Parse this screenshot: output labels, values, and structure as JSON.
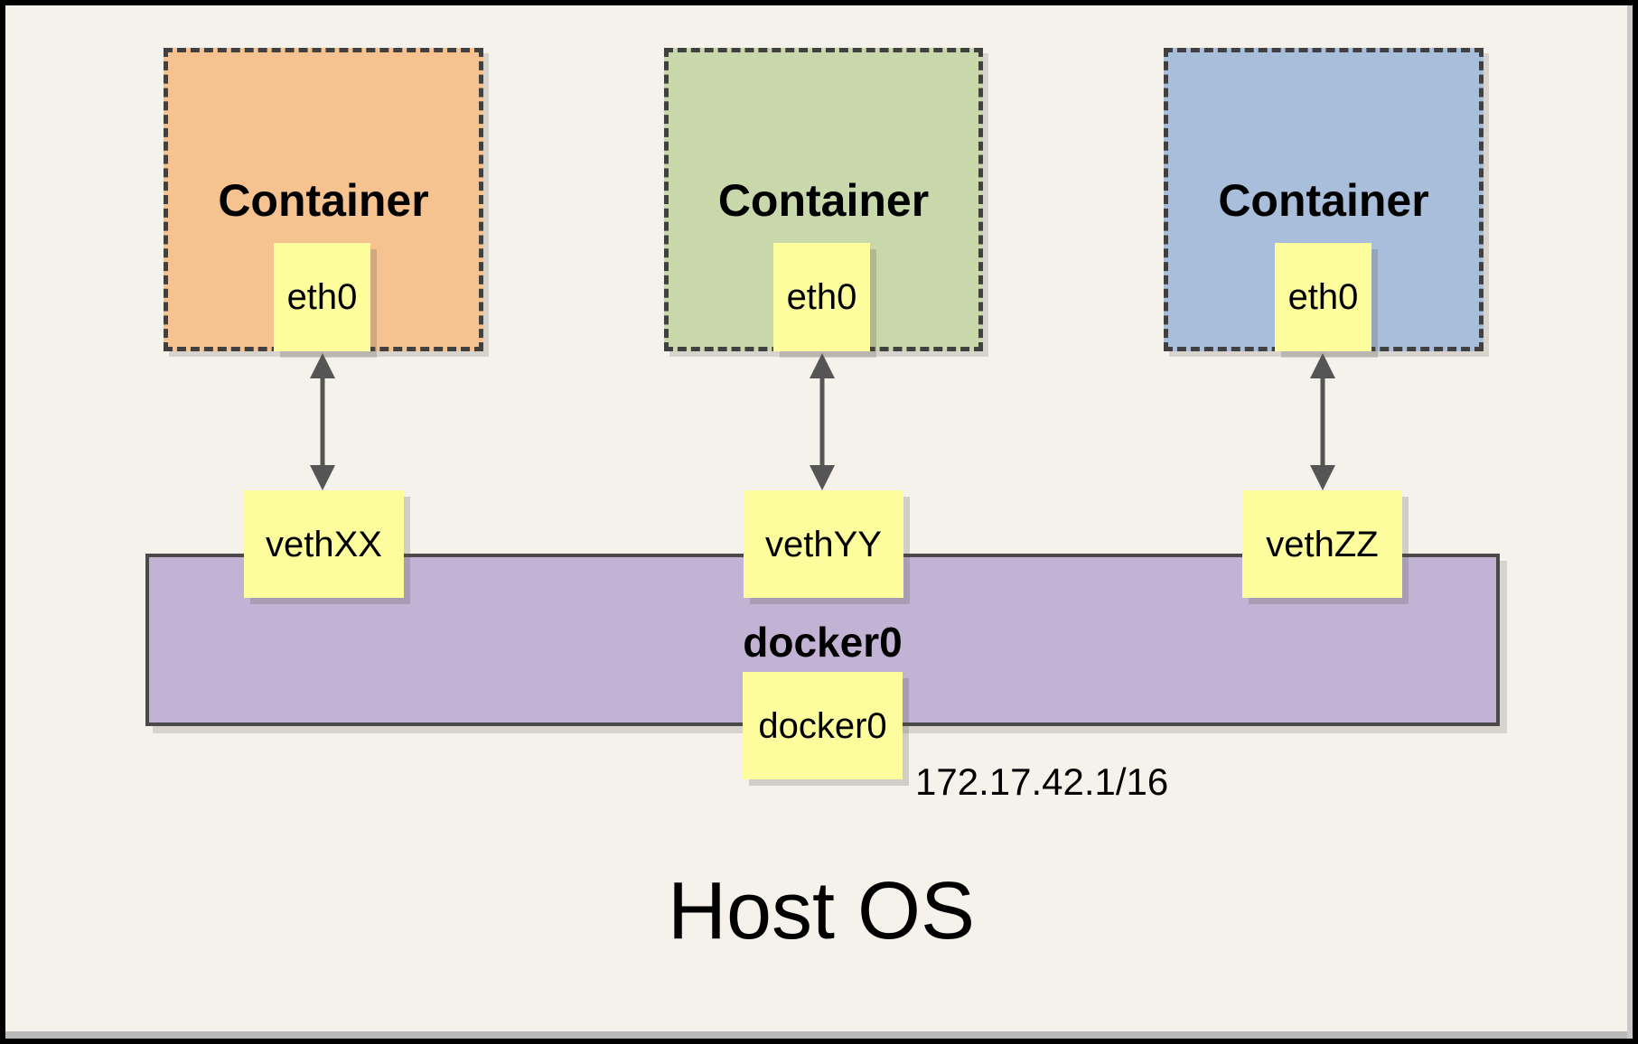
{
  "host": {
    "label": "Host OS"
  },
  "bridge": {
    "label": "docker0",
    "interface_label": "docker0",
    "ip": "172.17.42.1/16",
    "fill": "#C2B3D5"
  },
  "containers": [
    {
      "label": "Container",
      "interface_label": "eth0",
      "veth_label": "vethXX",
      "fill": "#F6C28F"
    },
    {
      "label": "Container",
      "interface_label": "eth0",
      "veth_label": "vethYY",
      "fill": "#C9D8AB"
    },
    {
      "label": "Container",
      "interface_label": "eth0",
      "veth_label": "vethZZ",
      "fill": "#A9BEDB"
    }
  ],
  "colors": {
    "canvas_background": "#F4F2EB",
    "note_fill": "#FDFD9E",
    "dashed_border": "#404040",
    "bridge_border": "#4A4A4A",
    "arrow": "#555555",
    "frame": "#000000"
  }
}
